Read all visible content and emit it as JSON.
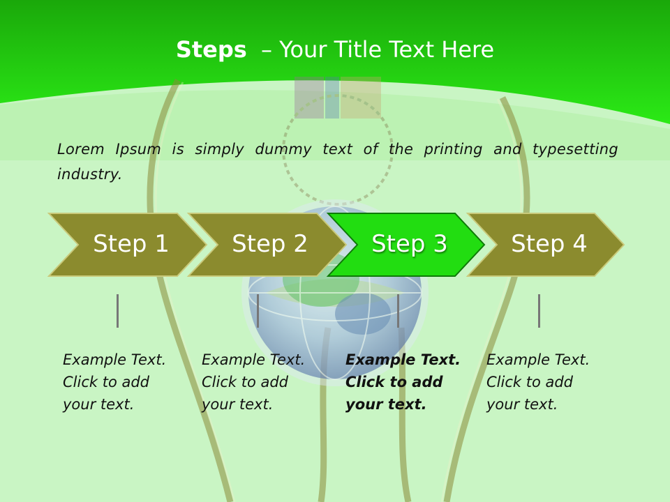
{
  "title": {
    "bold": "Steps",
    "rest": "– Your Title Text Here"
  },
  "lead": "Lorem Ipsum is simply dummy text of the printing and typesetting industry.",
  "steps": [
    {
      "label": "Step 1",
      "text": "Example Text.\nClick  to add\nyour text.",
      "active": false
    },
    {
      "label": "Step 2",
      "text": "Example Text.\nClick  to add\nyour text.",
      "active": false
    },
    {
      "label": "Step 3",
      "text": "Example Text.\nClick  to add\nyour text.",
      "active": true
    },
    {
      "label": "Step 4",
      "text": "Example Text.\nClick  to add\nyour text.",
      "active": false
    }
  ],
  "colors": {
    "header": "#22dd11",
    "background": "#c9f5c4",
    "arrow": "#8b8b2e",
    "arrow_active": "#22dd11"
  }
}
